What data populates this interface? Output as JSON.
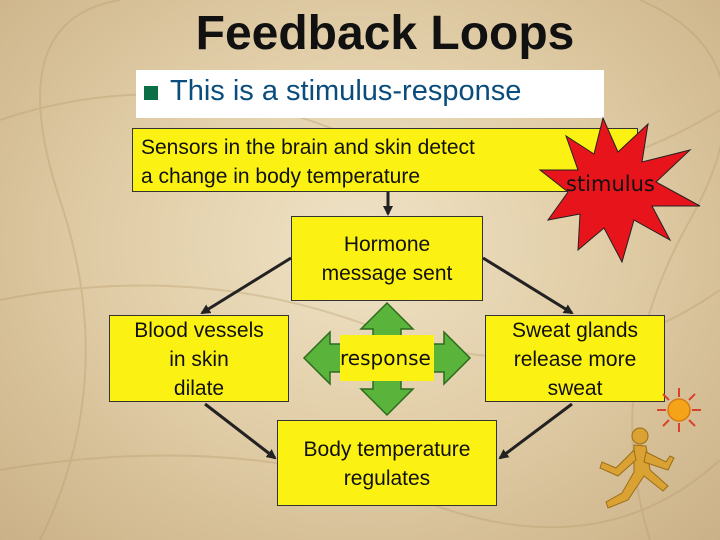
{
  "title": "Feedback Loops",
  "bullet": {
    "text": "This is a stimulus-response"
  },
  "boxes": {
    "sensor": [
      "Sensors in the brain and skin detect",
      "a change in body temperature"
    ],
    "hormone": [
      "Hormone",
      "message sent"
    ],
    "blood": [
      "Blood vessels",
      "in skin",
      "dilate"
    ],
    "sweat": [
      "Sweat glands",
      "release more",
      "sweat"
    ],
    "body": [
      "Body temperature",
      "regulates"
    ]
  },
  "labels": {
    "stimulus": "stimulus",
    "response": "response"
  },
  "colors": {
    "box_fill": "#fbf213",
    "burst_fill": "#e8141c",
    "cross_fill": "#5ab33a",
    "bullet_text": "#0a4c7c",
    "bullet_mark": "#0a6f46"
  },
  "icons": [
    "bullet-square-icon",
    "stimulus-burst-icon",
    "response-cross-arrow-icon",
    "sun-icon",
    "running-figure-icon"
  ]
}
